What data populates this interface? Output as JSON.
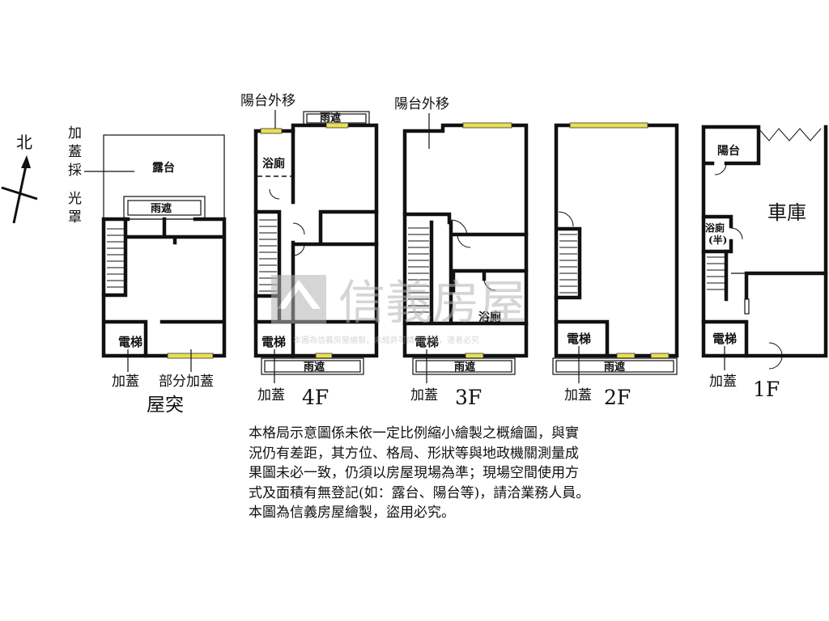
{
  "compass": {
    "north": "北"
  },
  "floors": {
    "roof": {
      "name": "屋突",
      "rooms": {
        "terrace": "露台",
        "canopy": "雨遮",
        "elevator": "電梯"
      },
      "notes": {
        "skylight": "加蓋採光罩",
        "skylight_chars": [
          "加",
          "蓋",
          "採",
          "光",
          "罩"
        ],
        "add_on": "加蓋",
        "partial_add_on": "部分加蓋"
      }
    },
    "f4": {
      "name": "4F",
      "rooms": {
        "bath": "浴廁",
        "canopy_top": "雨遮",
        "canopy_bottom": "雨遮",
        "elevator": "電梯"
      },
      "notes": {
        "balcony_moved": "陽台外移",
        "add_on": "加蓋"
      }
    },
    "f3": {
      "name": "3F",
      "rooms": {
        "bath": "浴廁",
        "canopy_bottom": "雨遮",
        "elevator": "電梯"
      },
      "notes": {
        "balcony_moved": "陽台外移",
        "add_on": "加蓋"
      }
    },
    "f2": {
      "name": "2F",
      "rooms": {
        "canopy_bottom": "雨遮",
        "elevator": "電梯"
      },
      "notes": {
        "add_on": "加蓋"
      }
    },
    "f1": {
      "name": "1F",
      "rooms": {
        "balcony": "陽台",
        "garage": "車庫",
        "half_bath_line1": "浴廁",
        "half_bath_line2": "(半)",
        "elevator": "電梯"
      },
      "notes": {
        "add_on": "加蓋"
      }
    }
  },
  "watermark": {
    "brand": "信義房屋",
    "small": "本圖為信義房屋繪製，未經許可請勿盜用，違者必究"
  },
  "disclaimer": [
    "本格局示意圖係未依一定比例縮小繪製之概繪圖，與實",
    "況仍有差距，其方位、格局、形狀等與地政機關測量成",
    "果圖未必一致，仍須以房屋現場為準；現場空間使用方",
    "式及面積有無登記(如：露台、陽台等)，請洽業務人員。",
    "本圖為信義房屋繪製，盜用必究。"
  ],
  "colors": {
    "window": "#e8e054",
    "wall": "#111111",
    "watermark": "#b4b4b4"
  }
}
